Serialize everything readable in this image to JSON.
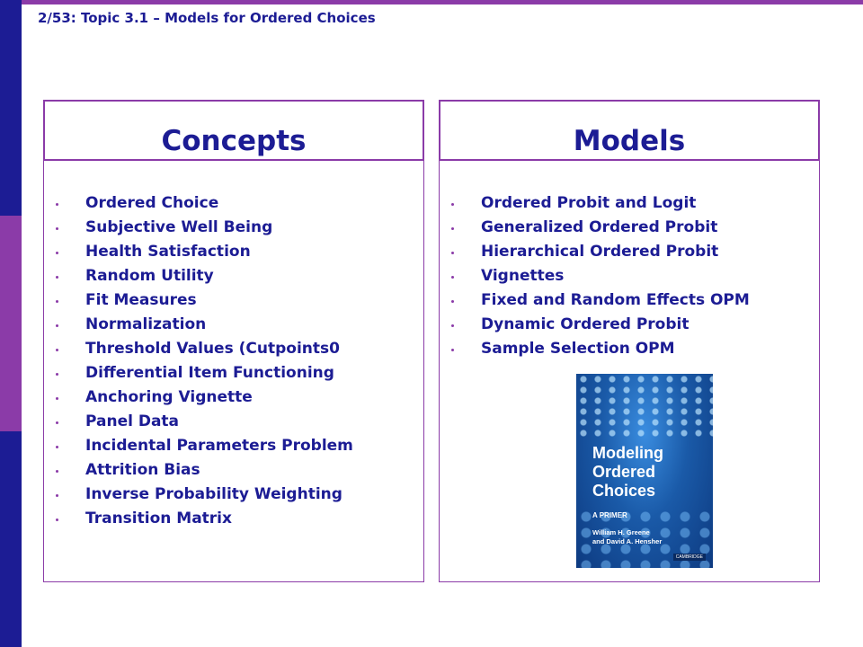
{
  "slide": {
    "title": "2/53: Topic 3.1 – Models for Ordered Choices"
  },
  "concepts": {
    "header": "Concepts",
    "items": [
      "Ordered Choice",
      "Subjective Well Being",
      "Health Satisfaction",
      "Random Utility",
      "Fit Measures",
      "Normalization",
      "Threshold Values (Cutpoints0",
      "Differential Item Functioning",
      "Anchoring Vignette",
      "Panel Data",
      "Incidental Parameters Problem",
      "Attrition Bias",
      "Inverse Probability Weighting",
      "Transition Matrix"
    ]
  },
  "models": {
    "header": "Models",
    "items": [
      "Ordered Probit and Logit",
      "Generalized Ordered Probit",
      "Hierarchical Ordered Probit",
      "Vignettes",
      "Fixed and Random Effects OPM",
      "Dynamic Ordered Probit",
      "Sample Selection OPM"
    ]
  },
  "book": {
    "title_lines": [
      "Modeling",
      "Ordered",
      "Choices"
    ],
    "subtitle": "A PRIMER",
    "authors": [
      "William H. Greene",
      "and David A. Hensher"
    ],
    "publisher": "CAMBRIDGE"
  },
  "colors": {
    "navy": "#1c1c94",
    "purple": "#8b3ba8"
  }
}
